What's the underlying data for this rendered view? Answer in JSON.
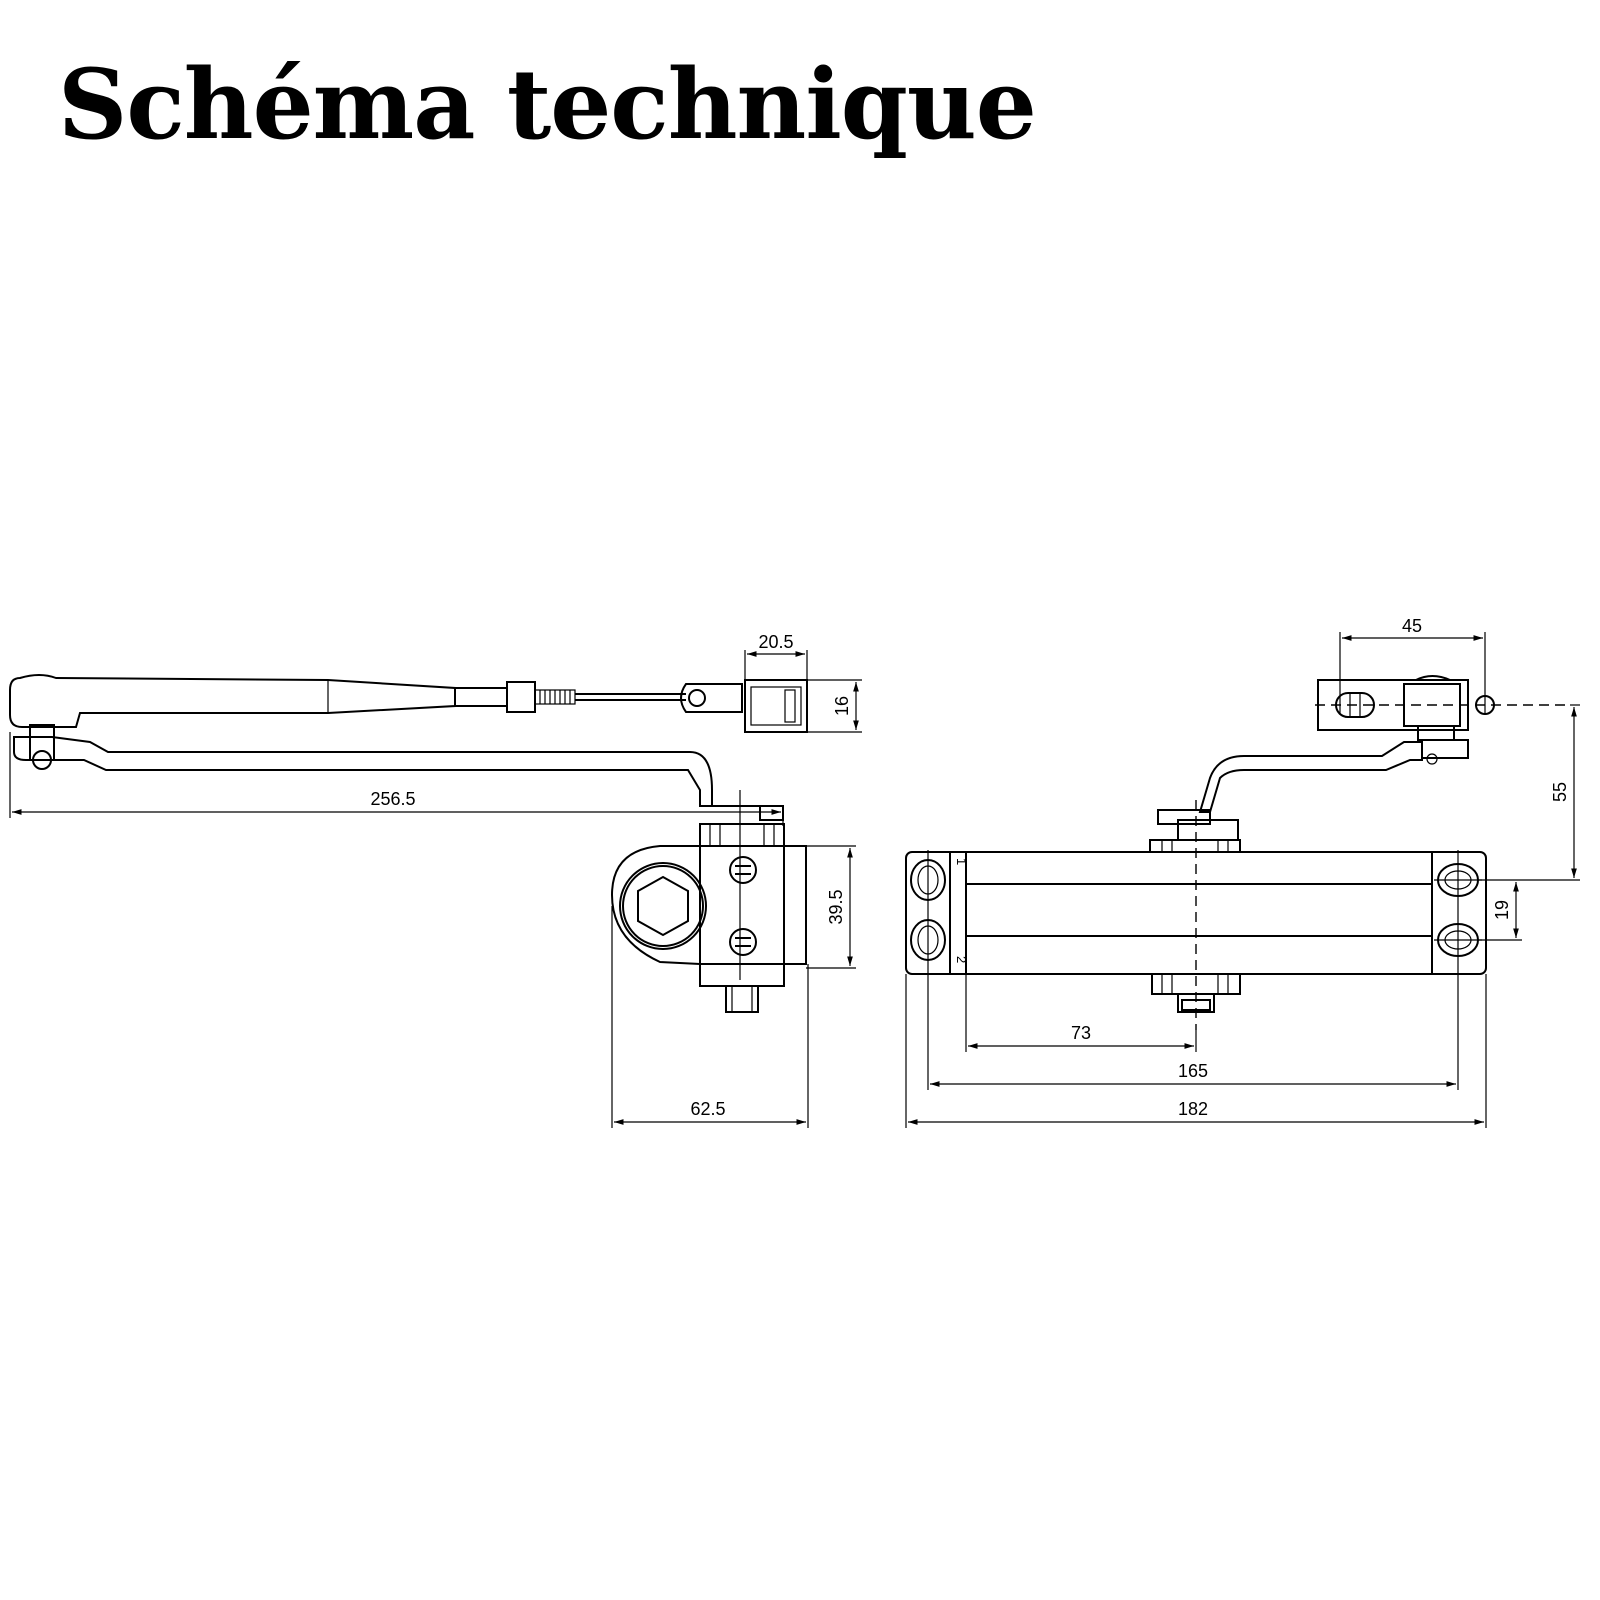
{
  "title": "Schéma technique",
  "side_view": {
    "dim_arm_length": "256.5",
    "dim_shoe_width": "20.5",
    "dim_shoe_height": "16",
    "dim_body_height": "39.5",
    "dim_body_depth": "62.5"
  },
  "front_view": {
    "dim_bracket_holes": "45",
    "dim_bracket_offset": "55",
    "dim_hole_spacing_vertical": "19",
    "dim_pinion_offset": "73",
    "dim_hole_spacing": "165",
    "dim_total_length": "182",
    "hole_label_1": "1",
    "hole_label_2": "2"
  }
}
